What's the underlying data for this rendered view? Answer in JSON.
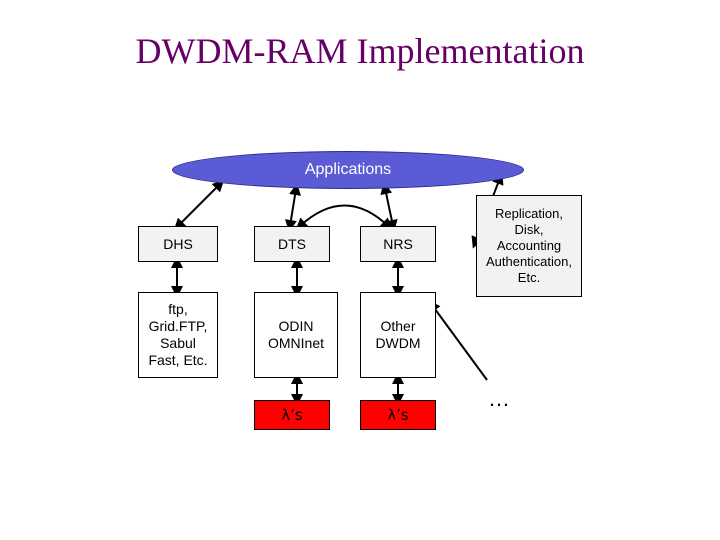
{
  "title": "DWDM-RAM Implementation",
  "applications": "Applications",
  "row1": {
    "dhs": "DHS",
    "dts": "DTS",
    "nrs": "NRS"
  },
  "side_services": [
    "Replication,",
    "Disk,",
    "Accounting",
    "Authentication,",
    "Etc."
  ],
  "row2": {
    "ftp": [
      "ftp,",
      "Grid.FTP,",
      "Sabul",
      "Fast, Etc."
    ],
    "odin": [
      "ODIN",
      "OMNInet"
    ],
    "other": [
      "Other",
      "DWDM"
    ]
  },
  "row3": {
    "lambda_left": "λ’s",
    "lambda_right": "λ’s"
  },
  "more": "…"
}
